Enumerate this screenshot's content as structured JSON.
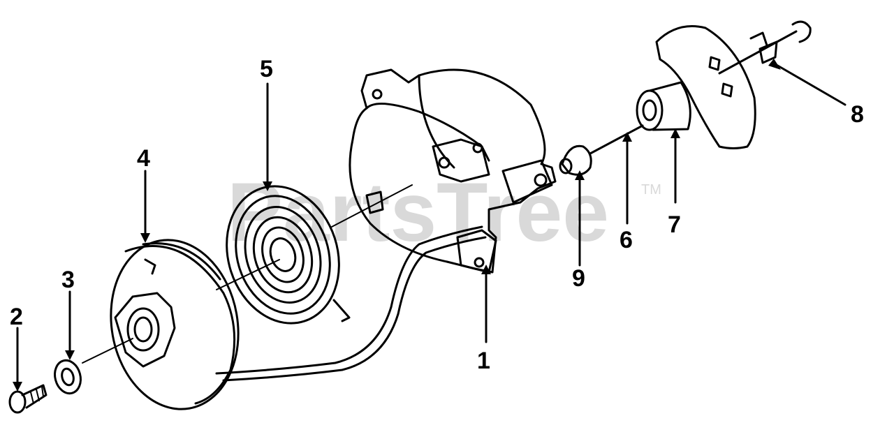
{
  "watermark": {
    "text": "PartsTree",
    "trademark": "TM"
  },
  "callouts": [
    {
      "id": "1",
      "label": "1"
    },
    {
      "id": "2",
      "label": "2"
    },
    {
      "id": "3",
      "label": "3"
    },
    {
      "id": "4",
      "label": "4"
    },
    {
      "id": "5",
      "label": "5"
    },
    {
      "id": "6",
      "label": "6"
    },
    {
      "id": "7",
      "label": "7"
    },
    {
      "id": "8",
      "label": "8"
    },
    {
      "id": "9",
      "label": "9"
    }
  ],
  "colors": {
    "ink": "#000000",
    "background": "#ffffff",
    "watermark": "#d9d9d9"
  }
}
